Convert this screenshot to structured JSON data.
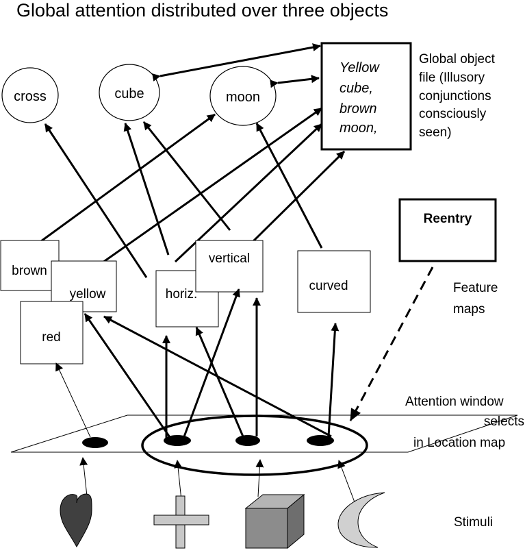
{
  "title": "Global attention distributed over three objects",
  "objects": {
    "cross": "cross",
    "cube": "cube",
    "moon": "moon"
  },
  "global_file": {
    "lines": [
      "Yellow",
      "cube,",
      "brown",
      "moon,"
    ]
  },
  "global_file_label": {
    "lines": [
      "Global object",
      "file (Illusory",
      "conjunctions",
      "consciously",
      "seen)"
    ]
  },
  "reentry": "Reentry",
  "features": {
    "brown": "brown",
    "yellow": "yellow",
    "red": "red",
    "horiz": "horiz.",
    "vertical": "vertical",
    "curved": "curved"
  },
  "feature_maps_label": {
    "lines": [
      "Feature",
      "maps"
    ]
  },
  "attention_label": {
    "lines": [
      "Attention window",
      "selects",
      "in Location map"
    ]
  },
  "stimuli_label": "Stimuli",
  "stimuli": [
    "heart",
    "cross",
    "cube",
    "crescent"
  ],
  "colors": {
    "heart": "#404040",
    "cross": "#c8c8c8",
    "cube_front": "#8c8c8c",
    "cube_top": "#b4b4b4",
    "cube_side": "#6e6e6e",
    "crescent": "#d0d0d0"
  }
}
